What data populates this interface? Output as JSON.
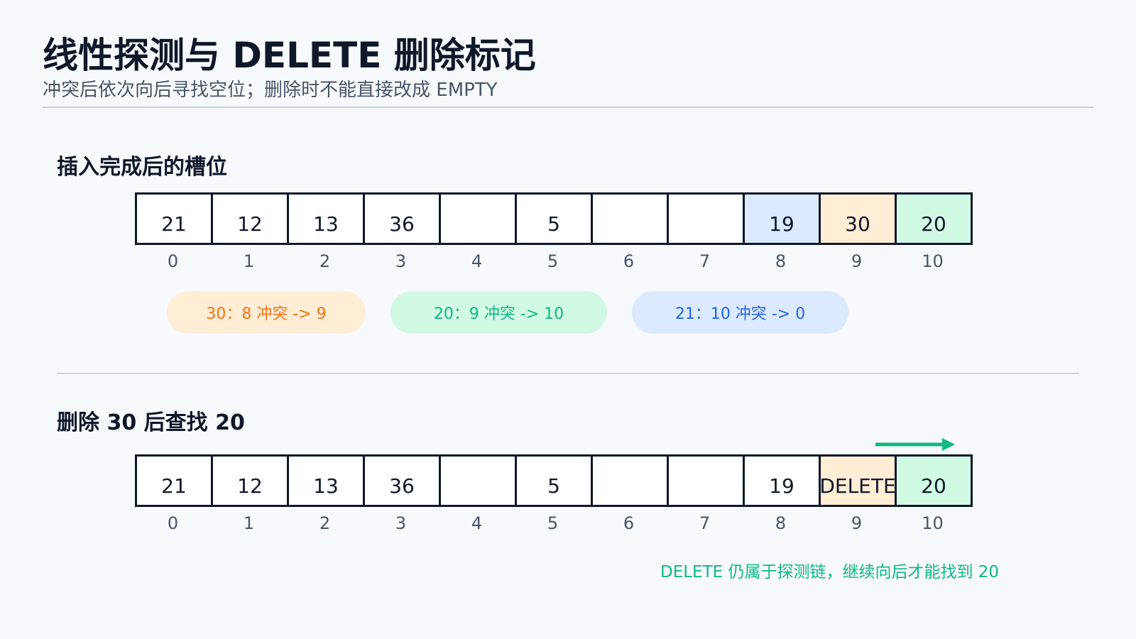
{
  "header": {
    "title": "线性探测与 DELETE 删除标记",
    "subtitle": "冲突后依次向后寻找空位；删除时不能直接改成 EMPTY"
  },
  "section1": {
    "title": "插入完成后的槽位",
    "slots": [
      "21",
      "12",
      "13",
      "36",
      "",
      "5",
      "",
      "",
      "19",
      "30",
      "20"
    ],
    "indices": [
      "0",
      "1",
      "2",
      "3",
      "4",
      "5",
      "6",
      "7",
      "8",
      "9",
      "10"
    ],
    "pills": [
      {
        "text": "30：8 冲突 -> 9"
      },
      {
        "text": "20：9 冲突 -> 10"
      },
      {
        "text": "21：10 冲突 -> 0"
      }
    ]
  },
  "section2": {
    "title": "删除 30 后查找 20",
    "slots": [
      "21",
      "12",
      "13",
      "36",
      "",
      "5",
      "",
      "",
      "19",
      "DELETE",
      "20"
    ],
    "indices": [
      "0",
      "1",
      "2",
      "3",
      "4",
      "5",
      "6",
      "7",
      "8",
      "9",
      "10"
    ],
    "note": "DELETE 仍属于探测链，继续向后才能找到 20"
  },
  "colors": {
    "highlight_blue": "#dbeafe",
    "highlight_orange": "#ffedd5",
    "highlight_green": "#d1fae5",
    "accent_green": "#10b981",
    "accent_orange": "#f97316",
    "accent_blue": "#2563eb"
  }
}
